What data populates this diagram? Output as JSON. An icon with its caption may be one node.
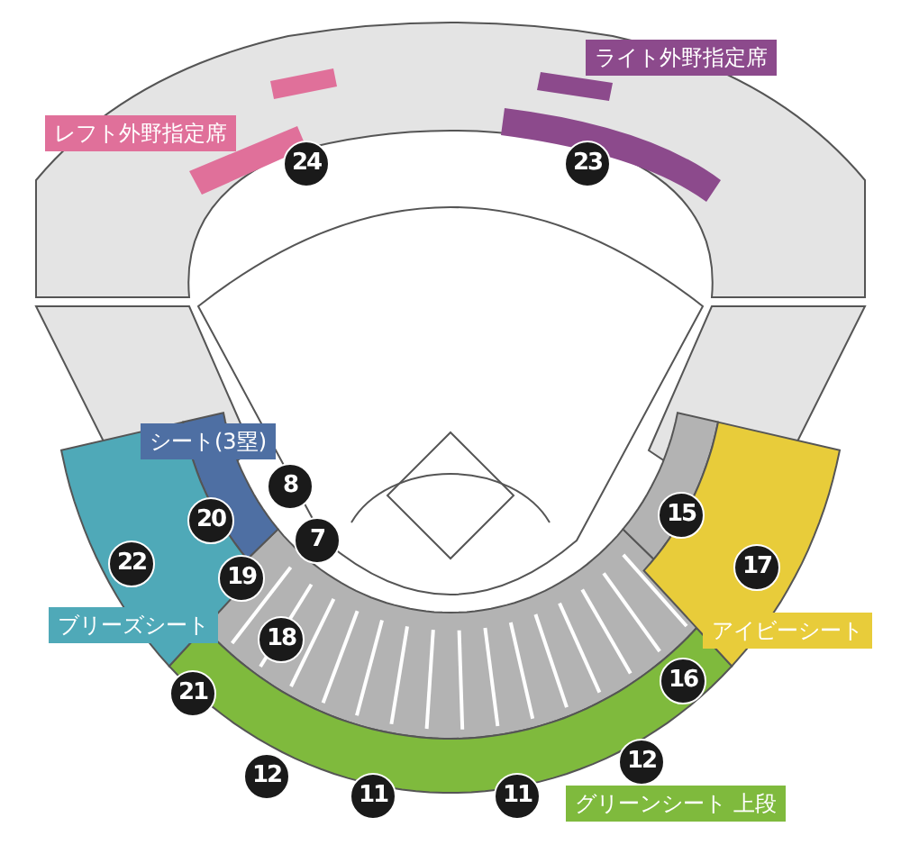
{
  "diagram": {
    "labels": [
      "ライト外野指定席",
      "レフト外野指定席",
      "24",
      "23",
      "シート(3塁)",
      "8",
      "15",
      "20",
      "7",
      "22",
      "17",
      "19",
      "ブリーズシート",
      "アイビーシート",
      "18",
      "16",
      "21",
      "12",
      "12",
      "11",
      "11",
      "グリーンシート 上段"
    ]
  }
}
